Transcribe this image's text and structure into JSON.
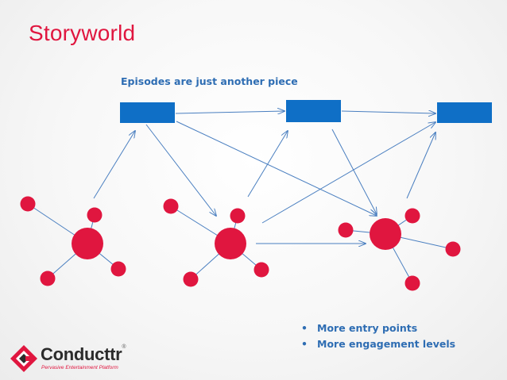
{
  "slide": {
    "title": "Storyworld",
    "subtitle": "Episodes are just another piece",
    "bullets": [
      "More entry points",
      "More engagement levels"
    ],
    "bullet_glyph": "•"
  },
  "logo": {
    "name": "Conducttr",
    "registered": "®",
    "tagline": "Pervasive Entertainment Platform",
    "icon": "conducttr-logo-icon"
  },
  "colors": {
    "title": "#e0163f",
    "text": "#2e6db3",
    "episode_box": "#0f6fc6",
    "node": "#e0163f",
    "arrow": "#4a7fc0",
    "spoke": "#4a7fc0"
  }
}
